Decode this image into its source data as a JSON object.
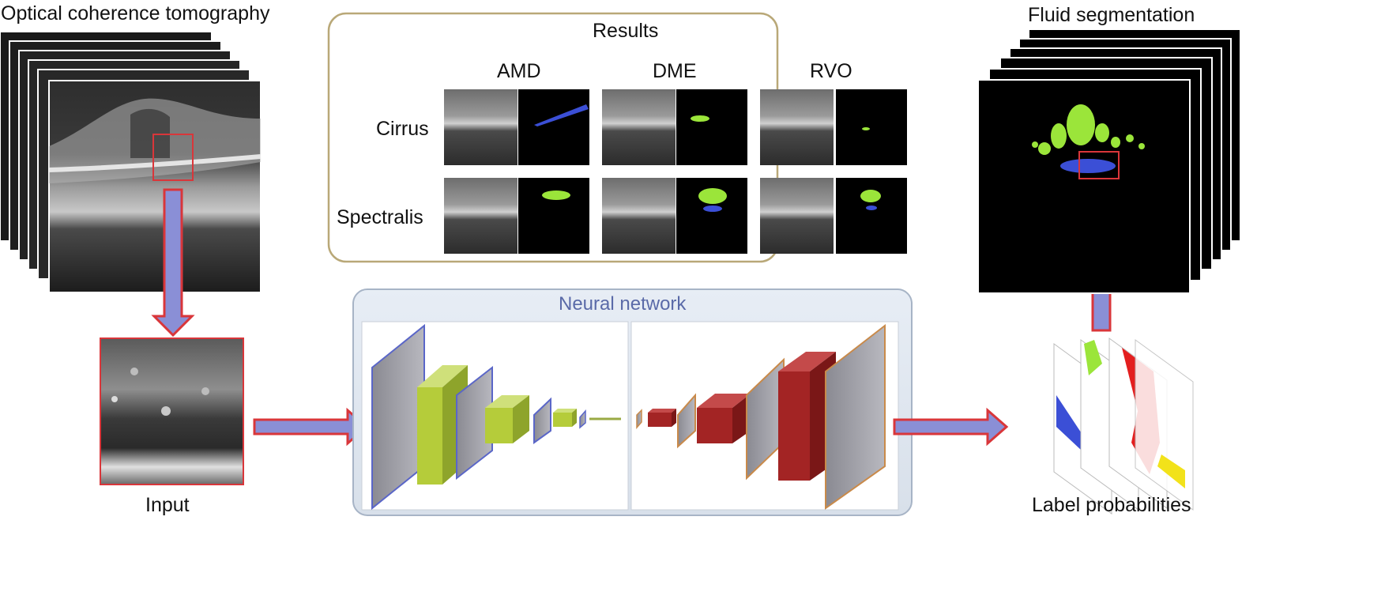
{
  "labels": {
    "oct_title": "Optical coherence tomography",
    "input": "Input",
    "results_title": "Results",
    "neural_network": "Neural network",
    "fluid_segmentation": "Fluid segmentation",
    "label_probabilities": "Label probabilities"
  },
  "results": {
    "columns": [
      "AMD",
      "DME",
      "RVO"
    ],
    "rows": [
      "Cirrus",
      "Spectralis"
    ]
  },
  "colors": {
    "arrow_fill": "#8a8fd6",
    "arrow_stroke": "#d9363a",
    "encoder_green": "#b5cc3a",
    "decoder_red": "#a32424",
    "fluid_green": "#9be53a",
    "fluid_blue": "#3b4fd6",
    "results_border": "#b9a878",
    "nn_border": "#a7b4c6",
    "nn_title": "#5a6aa8"
  }
}
